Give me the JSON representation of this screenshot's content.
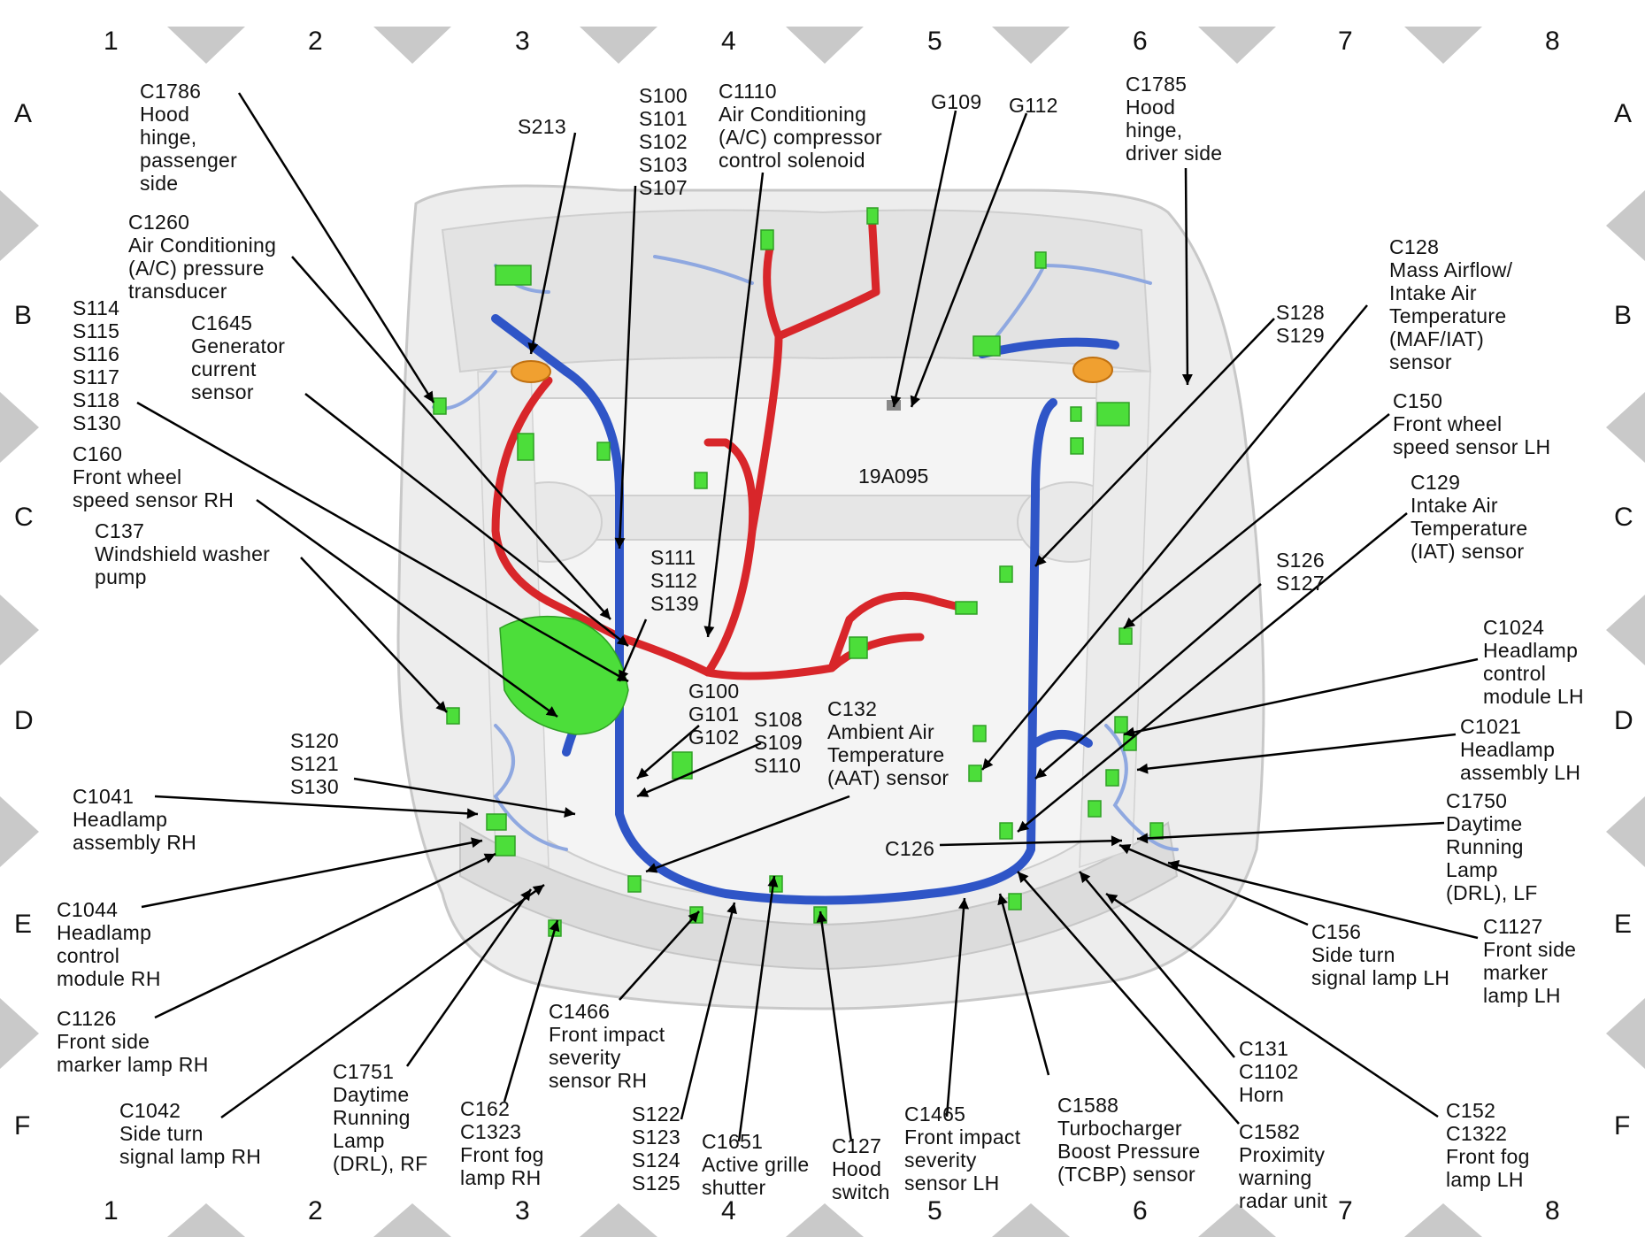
{
  "diagram": {
    "grid_columns": [
      "1",
      "2",
      "3",
      "4",
      "5",
      "6",
      "7",
      "8"
    ],
    "grid_rows": [
      "A",
      "B",
      "C",
      "D",
      "E",
      "F"
    ],
    "center_label": "19A095",
    "colors": {
      "harness_blue": "#2f55c7",
      "harness_light_blue": "#8fa8e0",
      "harness_red": "#d8262a",
      "connector_green": "#4cde3a",
      "body_gray": "#d9d9d9",
      "marker_gray": "#c9c9c9"
    },
    "labels": {
      "c1786": "C1786\nHood\nhinge,\npassenger\nside",
      "c1260": "C1260\nAir Conditioning\n(A/C) pressure\ntransducer",
      "s114": "S114\nS115\nS116\nS117\nS118\nS130",
      "c1645": "C1645\nGenerator\ncurrent\nsensor",
      "c160": "C160\nFront wheel\nspeed sensor RH",
      "c137": "C137\nWindshield washer\npump",
      "s213": "S213",
      "s100": "S100\nS101\nS102\nS103\nS107",
      "c1110": "C1110\nAir Conditioning\n(A/C) compressor\ncontrol solenoid",
      "g109": "G109",
      "g112": "G112",
      "c1785": "C1785\nHood\nhinge,\ndriver side",
      "c128": "C128\nMass Airflow/\nIntake Air\nTemperature\n(MAF/IAT)\nsensor",
      "s128": "S128\nS129",
      "c150": "C150\nFront wheel\nspeed sensor LH",
      "c129": "C129\nIntake Air\nTemperature\n(IAT) sensor",
      "s126": "S126\nS127",
      "c1024": "C1024\nHeadlamp\ncontrol\nmodule LH",
      "c1021": "C1021\nHeadlamp\nassembly LH",
      "c1750": "C1750\nDaytime\nRunning\nLamp\n(DRL), LF",
      "c126": "C126",
      "c156": "C156\nSide turn\nsignal lamp LH",
      "c1127": "C1127\nFront side\nmarker\nlamp LH",
      "s111": "S111\nS112\nS139",
      "g100": "G100\nG101\nG102",
      "s108": "S108\nS109\nS110",
      "c132": "C132\nAmbient Air\nTemperature\n(AAT) sensor",
      "s120": "S120\nS121\nS130",
      "c1041": "C1041\nHeadlamp\nassembly RH",
      "c1044": "C1044\nHeadlamp\ncontrol\nmodule RH",
      "c1126": "C1126\nFront side\nmarker lamp RH",
      "c1042": "C1042\nSide turn\nsignal lamp RH",
      "c1751": "C1751\nDaytime\nRunning\nLamp\n(DRL), RF",
      "c162": "C162\nC1323\nFront fog\nlamp RH",
      "c1466": "C1466\nFront impact\nseverity\nsensor RH",
      "s122": "S122\nS123\nS124\nS125",
      "c1651": "C1651\nActive grille\nshutter",
      "c127": "C127\nHood\nswitch",
      "c1465": "C1465\nFront impact\nseverity\nsensor LH",
      "c1588": "C1588\nTurbocharger\nBoost Pressure\n(TCBP) sensor",
      "c1582": "C1582\nProximity\nwarning\nradar unit",
      "c131": "C131\nC1102\nHorn",
      "c152": "C152\nC1322\nFront fog\nlamp LH"
    }
  }
}
